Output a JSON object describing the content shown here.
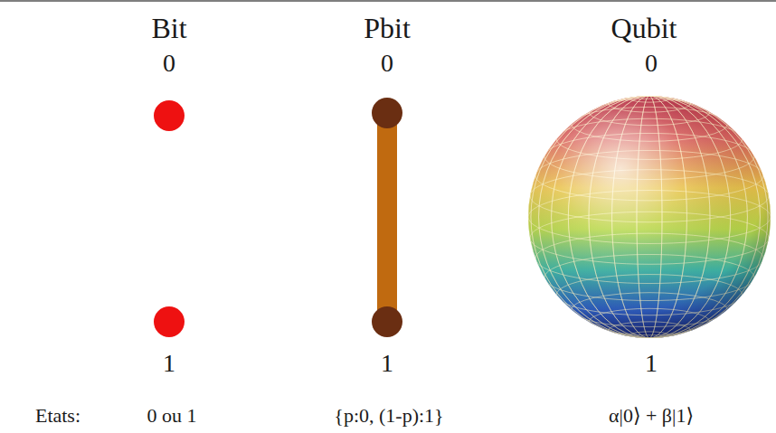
{
  "diagram": {
    "labels": [
      "Bit",
      "Pbit",
      "Qubit",
      "0",
      "0",
      "0",
      "1",
      "1",
      "1",
      "Etats:",
      "0 ou 1",
      "{p:0, (1-p):1}",
      "α|0⟩ + β|1⟩"
    ]
  }
}
